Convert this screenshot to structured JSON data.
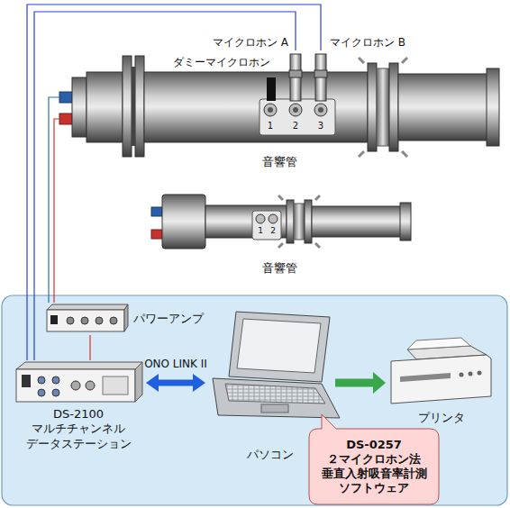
{
  "diagram": {
    "nodes": [
      {
        "text": [
          "音響管"
        ]
      },
      {
        "text": [
          "音響管"
        ]
      },
      {
        "text": [
          "パワーアンプ"
        ]
      },
      {
        "text": [
          "DS-2100 マルチチャンネル データステーション"
        ]
      },
      {
        "text": [
          "パソコン"
        ]
      },
      {
        "text": [
          "プリンタ"
        ]
      },
      {
        "text": [
          "DS-0257 ２マイクロホン法 垂直入射吸音率計測 ソフトウェア"
        ]
      }
    ],
    "edges": [
      {
        "from": 3,
        "to": 4,
        "arrow": "both",
        "label": "ONO LINK II"
      },
      {
        "from": 4,
        "to": 5,
        "arrow": "to"
      },
      {
        "from": 3,
        "to": 0,
        "arrow": "none"
      },
      {
        "from": 3,
        "to": 0,
        "arrow": "none"
      },
      {
        "from": 2,
        "to": 0,
        "arrow": "none"
      },
      {
        "from": 2,
        "to": 0,
        "arrow": "none"
      },
      {
        "from": 3,
        "to": 2,
        "arrow": "none"
      }
    ],
    "labels": [
      "ダミーマイクロホン",
      "マイクロホン A",
      "マイクロホン B",
      "1",
      "2",
      "3",
      "1",
      "2"
    ]
  }
}
